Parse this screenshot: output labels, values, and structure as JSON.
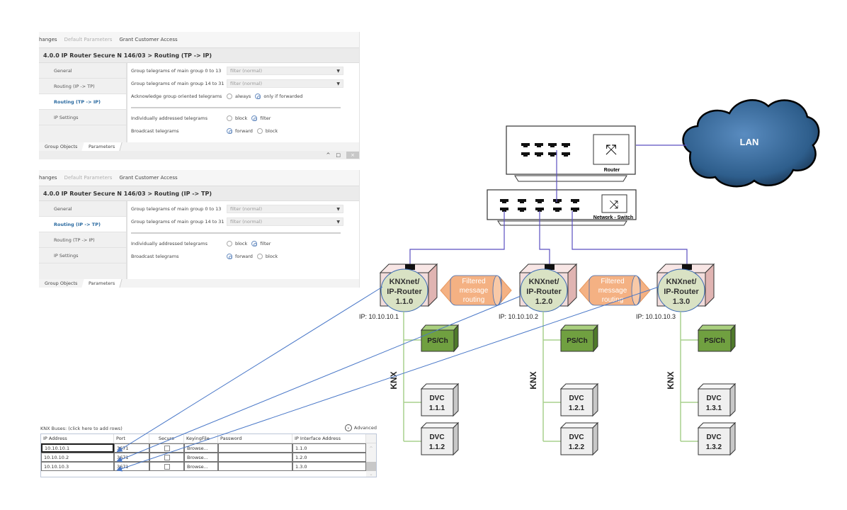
{
  "windows": [
    {
      "topbar": {
        "changes": "hanges",
        "default_params": "Default Parameters",
        "grant_access": "Grant Customer Access"
      },
      "title": "4.0.0 IP Router Secure N 146/03 > Routing (TP -> IP)",
      "nav": [
        {
          "label": "General",
          "active": false
        },
        {
          "label": "Routing (IP -> TP)",
          "active": false
        },
        {
          "label": "Routing (TP -> IP)",
          "active": true
        },
        {
          "label": "IP Settings",
          "active": false
        }
      ],
      "params": {
        "group_0_13": {
          "label": "Group telegrams of main group 0 to 13",
          "value": "filter (normal)"
        },
        "group_14_31": {
          "label": "Group telegrams of main group 14 to 31",
          "value": "filter (normal)"
        },
        "ack": {
          "label": "Acknowledge group oriented telegrams",
          "opt1": "always",
          "opt2": "only if forwarded",
          "selected": "only if forwarded"
        },
        "individual": {
          "label": "Individually addressed telegrams",
          "opt1": "block",
          "opt2": "filter",
          "selected": "filter"
        },
        "broadcast": {
          "label": "Broadcast telegrams",
          "opt1": "forward",
          "opt2": "block",
          "selected": "forward"
        }
      },
      "tabs": {
        "group_objects": "Group Objects",
        "parameters": "Parameters"
      },
      "controls": {
        "up": "^",
        "restore": "□",
        "close": "×"
      }
    },
    {
      "topbar": {
        "changes": "hanges",
        "default_params": "Default Parameters",
        "grant_access": "Grant Customer Access"
      },
      "title": "4.0.0 IP Router Secure N 146/03 > Routing (IP -> TP)",
      "nav": [
        {
          "label": "General",
          "active": false
        },
        {
          "label": "Routing (IP -> TP)",
          "active": true
        },
        {
          "label": "Routing (TP -> IP)",
          "active": false
        },
        {
          "label": "IP Settings",
          "active": false
        }
      ],
      "params": {
        "group_0_13": {
          "label": "Group telegrams of main group 0 to 13",
          "value": "filter (normal)"
        },
        "group_14_31": {
          "label": "Group telegrams of main group 14 to 31",
          "value": "filter (normal)"
        },
        "individual": {
          "label": "Individually addressed telegrams",
          "opt1": "block",
          "opt2": "filter",
          "selected": "filter"
        },
        "broadcast": {
          "label": "Broadcast telegrams",
          "opt1": "forward",
          "opt2": "block",
          "selected": "forward"
        }
      },
      "tabs": {
        "group_objects": "Group Objects",
        "parameters": "Parameters"
      }
    }
  ],
  "buses": {
    "header": "KNX Buses: (click here to add rows)",
    "advanced": "Advanced",
    "columns": [
      "IP Address",
      "Port",
      "Secure",
      "KeyingFile",
      "Password",
      "IP Interface Address"
    ],
    "rows": [
      {
        "ip": "10.10.10.1",
        "port": "3671",
        "secure": false,
        "keying": "Browse...",
        "password": "",
        "iface": "1.1.0"
      },
      {
        "ip": "10.10.10.2",
        "port": "3671",
        "secure": false,
        "keying": "Browse...",
        "password": "",
        "iface": "1.2.0"
      },
      {
        "ip": "10.10.10.3",
        "port": "3671",
        "secure": false,
        "keying": "Browse...",
        "password": "",
        "iface": "1.3.0"
      }
    ]
  },
  "diagram": {
    "lan_label": "LAN",
    "router_label": "Router",
    "switch_label": "Network - Switch",
    "filtered_label": [
      "Filtered",
      "message",
      "routing"
    ],
    "knx_label": "KNX",
    "ps_label": "PS/Ch",
    "ip_routers": [
      {
        "line1": "KNXnet/",
        "line2": "IP-Router",
        "addr": "1.1.0",
        "ip": "IP: 10.10.10.1",
        "devices": [
          "1.1.1",
          "1.1.2"
        ]
      },
      {
        "line1": "KNXnet/",
        "line2": "IP-Router",
        "addr": "1.2.0",
        "ip": "IP: 10.10.10.2",
        "devices": [
          "1.2.1",
          "1.2.2"
        ]
      },
      {
        "line1": "KNXnet/",
        "line2": "IP-Router",
        "addr": "1.3.0",
        "ip": "IP: 10.10.10.3",
        "devices": [
          "1.3.1",
          "1.3.2"
        ]
      }
    ],
    "device_prefix": "DVC",
    "colors": {
      "link": "#5a4fc0",
      "assoc": "#4a78c8",
      "knx_line": "#a9d08e",
      "ps": "#70a040",
      "router_box": "#f2dcdb",
      "router_circle": "#d9e2c4",
      "filter": "#f4b183",
      "cloud": "#2e5e8c"
    }
  }
}
